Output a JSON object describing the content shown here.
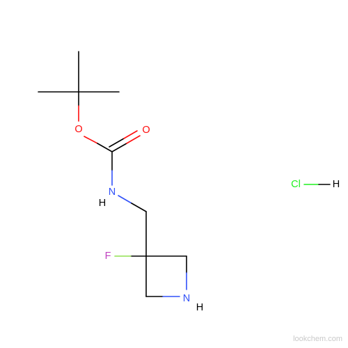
{
  "structure": {
    "atoms": {
      "o_ester": "O",
      "o_carbonyl": "O",
      "n_carbamate": "N",
      "h_carbamate": "H",
      "fluorine": "F",
      "n_azetidine": "N",
      "h_azetidine": "H",
      "chlorine": "Cl",
      "h_salt": "H"
    },
    "colors": {
      "oxygen": "#ff0d0d",
      "nitrogen": "#3050f8",
      "fluorine": "#90e050",
      "fluorine_label": "#c040c0",
      "chlorine": "#1ff01f",
      "carbon_bond": "#000000",
      "hydrogen": "#000000"
    }
  },
  "watermark": {
    "text": "lookchem.com"
  }
}
